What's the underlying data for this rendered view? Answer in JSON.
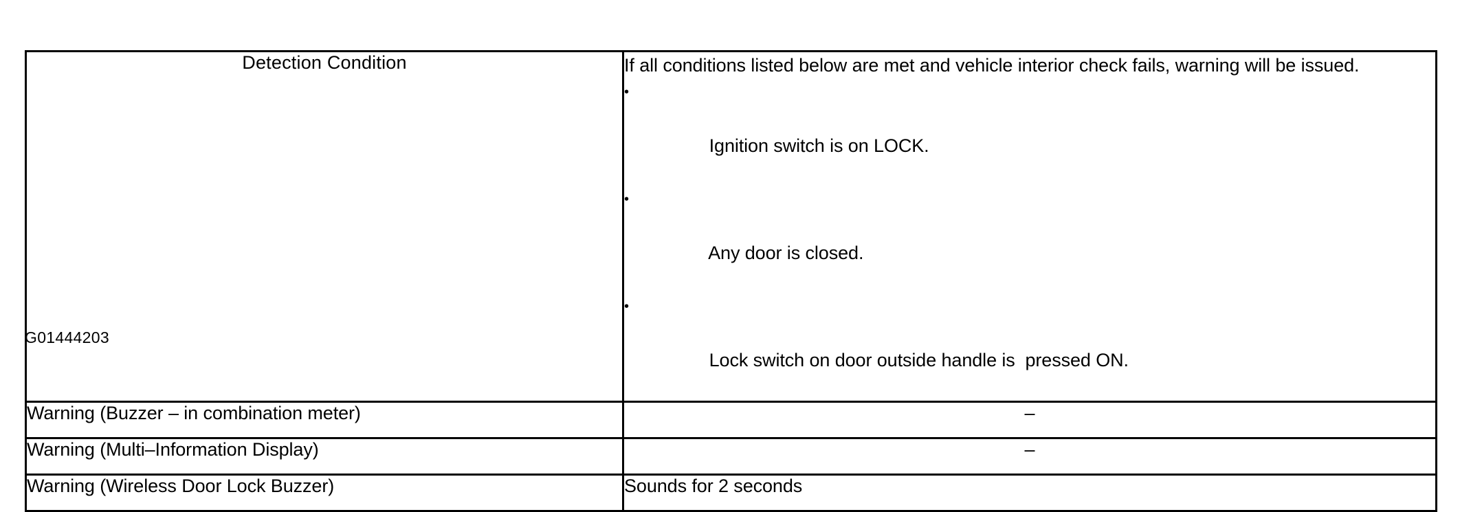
{
  "document": {
    "figure_id": "G01444203"
  },
  "table": {
    "rows": [
      {
        "label": "Detection Condition",
        "value_intro": "If all conditions listed below are met and vehicle interior check fails, warning will be issued.",
        "value_bullets": [
          "Ignition switch is on LOCK.",
          "Any door is closed.",
          "Lock switch on door outside handle is  pressed ON."
        ],
        "bullet_glyph": "•"
      },
      {
        "label": "Warning (Buzzer – in combination meter)",
        "value": "–"
      },
      {
        "label": "Warning (Multi–Information Display)",
        "value": "–"
      },
      {
        "label": "Warning (Wireless Door Lock Buzzer)",
        "value": "Sounds for 2 seconds"
      }
    ]
  }
}
